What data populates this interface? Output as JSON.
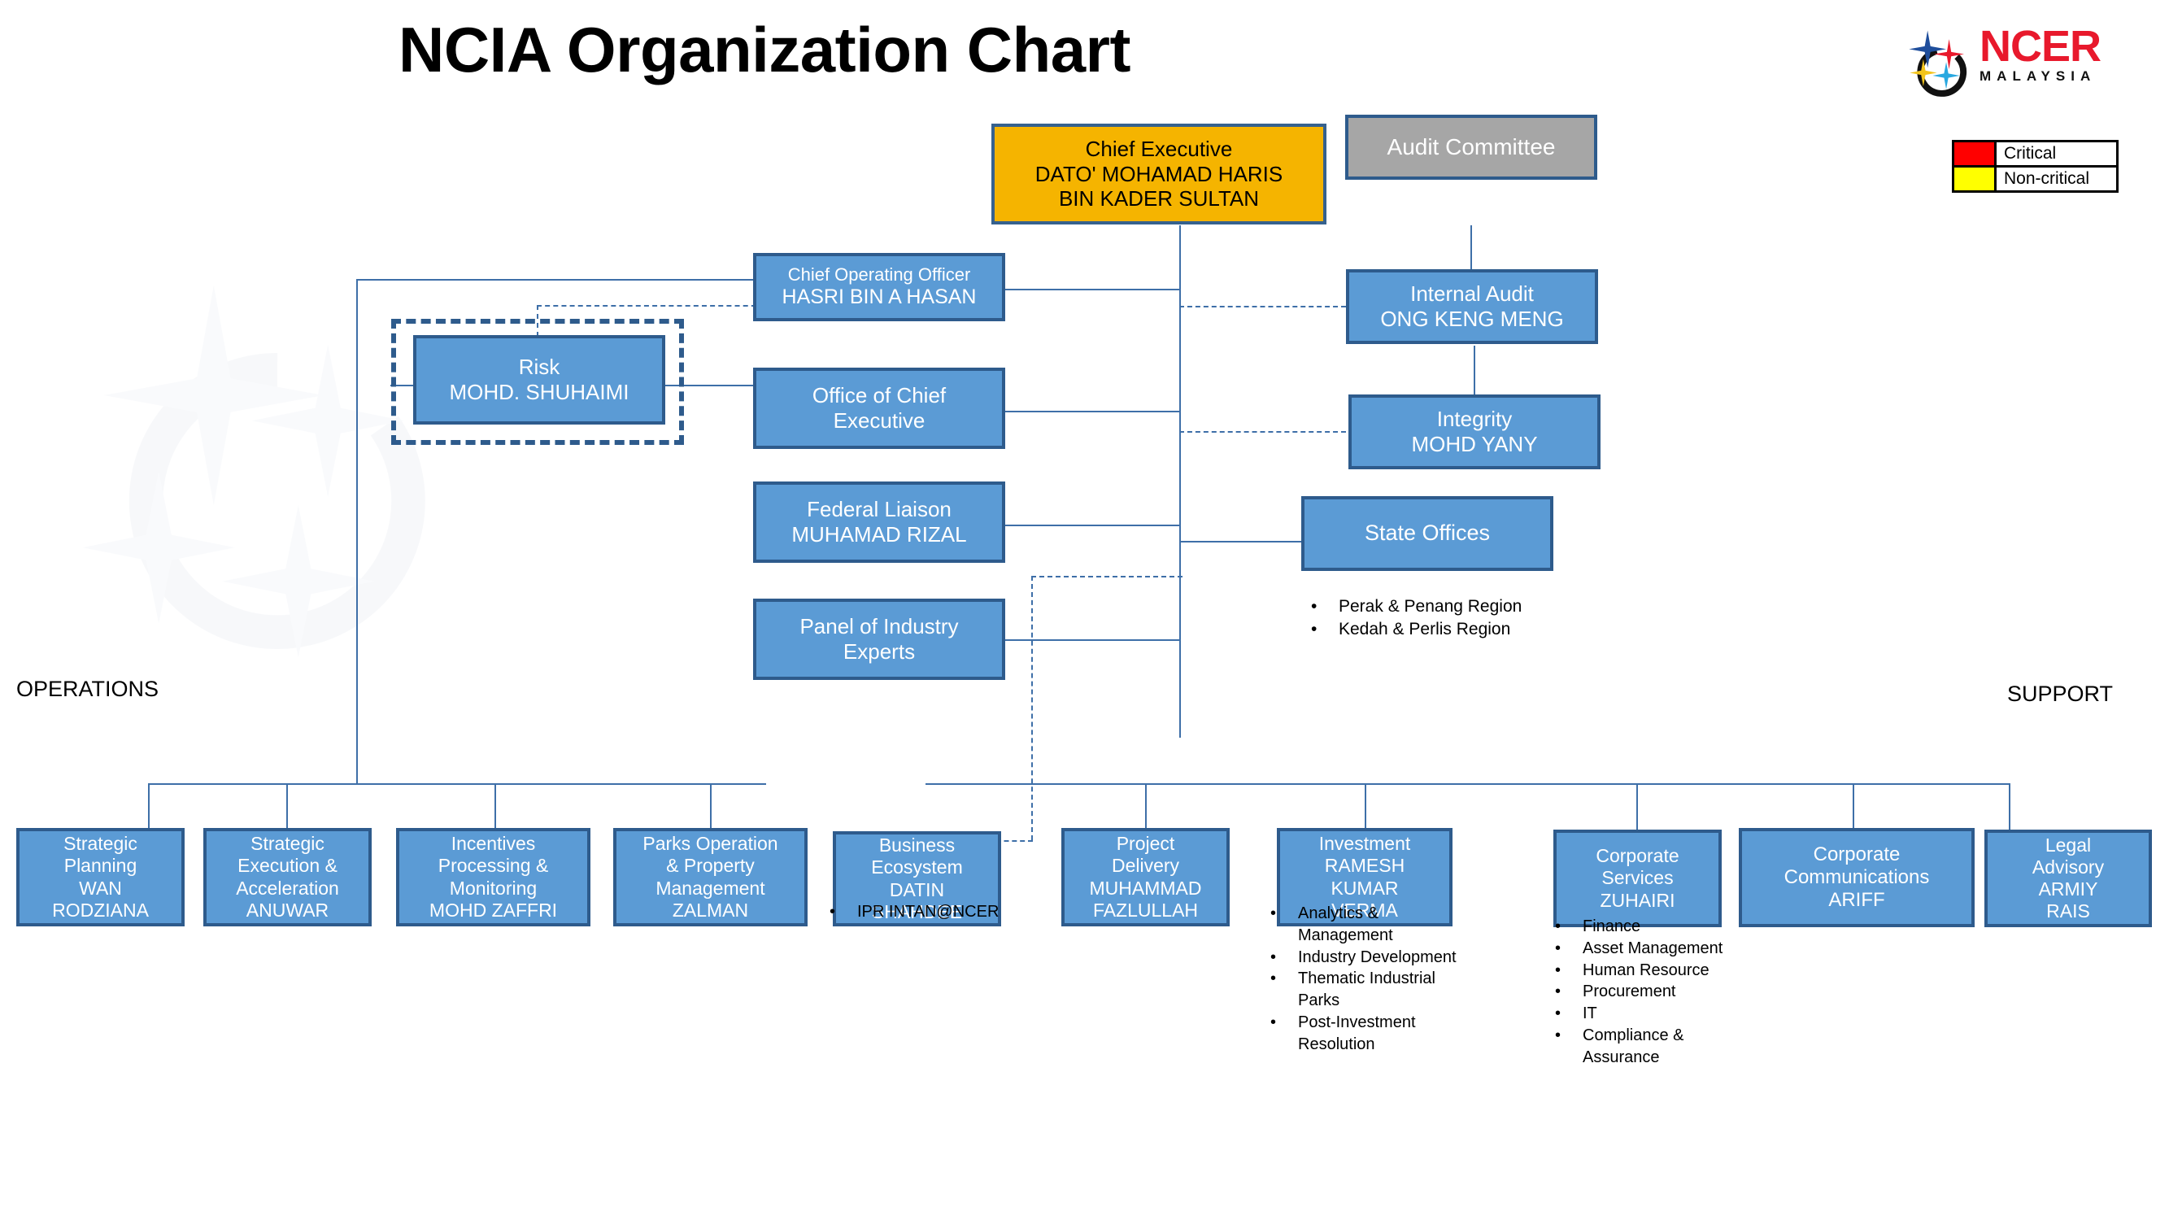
{
  "page": {
    "title": "NCIA Organization Chart"
  },
  "logo": {
    "name": "NCER",
    "country": "MALAYSIA",
    "icon": "ncer-ring-stars-logo"
  },
  "legend": {
    "rows": [
      {
        "label": "Critical",
        "color": "#FF0000"
      },
      {
        "label": "Non-critical",
        "color": "#FFFF00"
      }
    ]
  },
  "colors": {
    "box_fill": "#5B9BD5",
    "box_border": "#2E5B8C",
    "gold_fill": "#F5B400",
    "gray_fill": "#A6A6A6",
    "operations_band": "#FCEFD0",
    "support_band": "#E2EFDA",
    "connector": "#3E6FA8"
  },
  "nodes": {
    "chief_executive": {
      "title": "Chief Executive",
      "name1": "DATO' MOHAMAD HARIS",
      "name2": "BIN KADER SULTAN"
    },
    "audit_committee": {
      "title": "Audit Committee"
    },
    "coo": {
      "title": "Chief Operating Officer",
      "name": "HASRI BIN A HASAN"
    },
    "internal_audit": {
      "title": "Internal Audit",
      "name": "ONG KENG MENG"
    },
    "risk": {
      "title": "Risk",
      "name": "MOHD. SHUHAIMI"
    },
    "office_of_ce": {
      "title": "Office of Chief",
      "title2": "Executive"
    },
    "integrity": {
      "title": "Integrity",
      "name": "MOHD YANY"
    },
    "federal_liaison": {
      "title": "Federal Liaison",
      "name": "MUHAMAD RIZAL"
    },
    "state_offices": {
      "title": "State Offices"
    },
    "panel_experts": {
      "title": "Panel of Industry",
      "title2": "Experts"
    }
  },
  "state_offices_list": [
    "Perak & Penang Region",
    "Kedah & Perlis Region"
  ],
  "sections": {
    "operations": {
      "label": "OPERATIONS",
      "boxes": [
        {
          "lines": [
            "Strategic",
            "Planning",
            "WAN",
            "RODZIANA"
          ]
        },
        {
          "lines": [
            "Strategic",
            "Execution &",
            "Acceleration",
            "ANUWAR"
          ]
        },
        {
          "lines": [
            "Incentives",
            "Processing &",
            "Monitoring",
            "MOHD ZAFFRI"
          ]
        },
        {
          "lines": [
            "Parks Operation",
            "& Property",
            "Management",
            "ZALMAN"
          ]
        },
        {
          "lines": [
            "Business",
            "Ecosystem",
            "DATIN",
            "SHAHDEE"
          ]
        },
        {
          "lines": [
            "Project",
            "Delivery",
            "MUHAMMAD",
            "FAZLULLAH"
          ]
        },
        {
          "lines": [
            "Investment",
            "RAMESH",
            "KUMAR",
            "VERMA"
          ]
        }
      ],
      "business_ecosystem_list": [
        "IPR INTAN@NCER"
      ],
      "investment_list": [
        "Analytics & Management",
        "Industry Development",
        "Thematic Industrial Parks",
        "Post-Investment Resolution"
      ]
    },
    "support": {
      "label": "SUPPORT",
      "boxes": [
        {
          "lines": [
            "Corporate",
            "Services",
            "ZUHAIRI"
          ]
        },
        {
          "lines": [
            "Corporate",
            "Communications",
            "ARIFF"
          ]
        },
        {
          "lines": [
            "Legal",
            "Advisory",
            "ARMIY",
            "RAIS"
          ]
        }
      ],
      "support_list": [
        "Finance",
        "Asset Management",
        "Human Resource",
        "Procurement",
        "IT",
        "Compliance & Assurance"
      ]
    }
  }
}
